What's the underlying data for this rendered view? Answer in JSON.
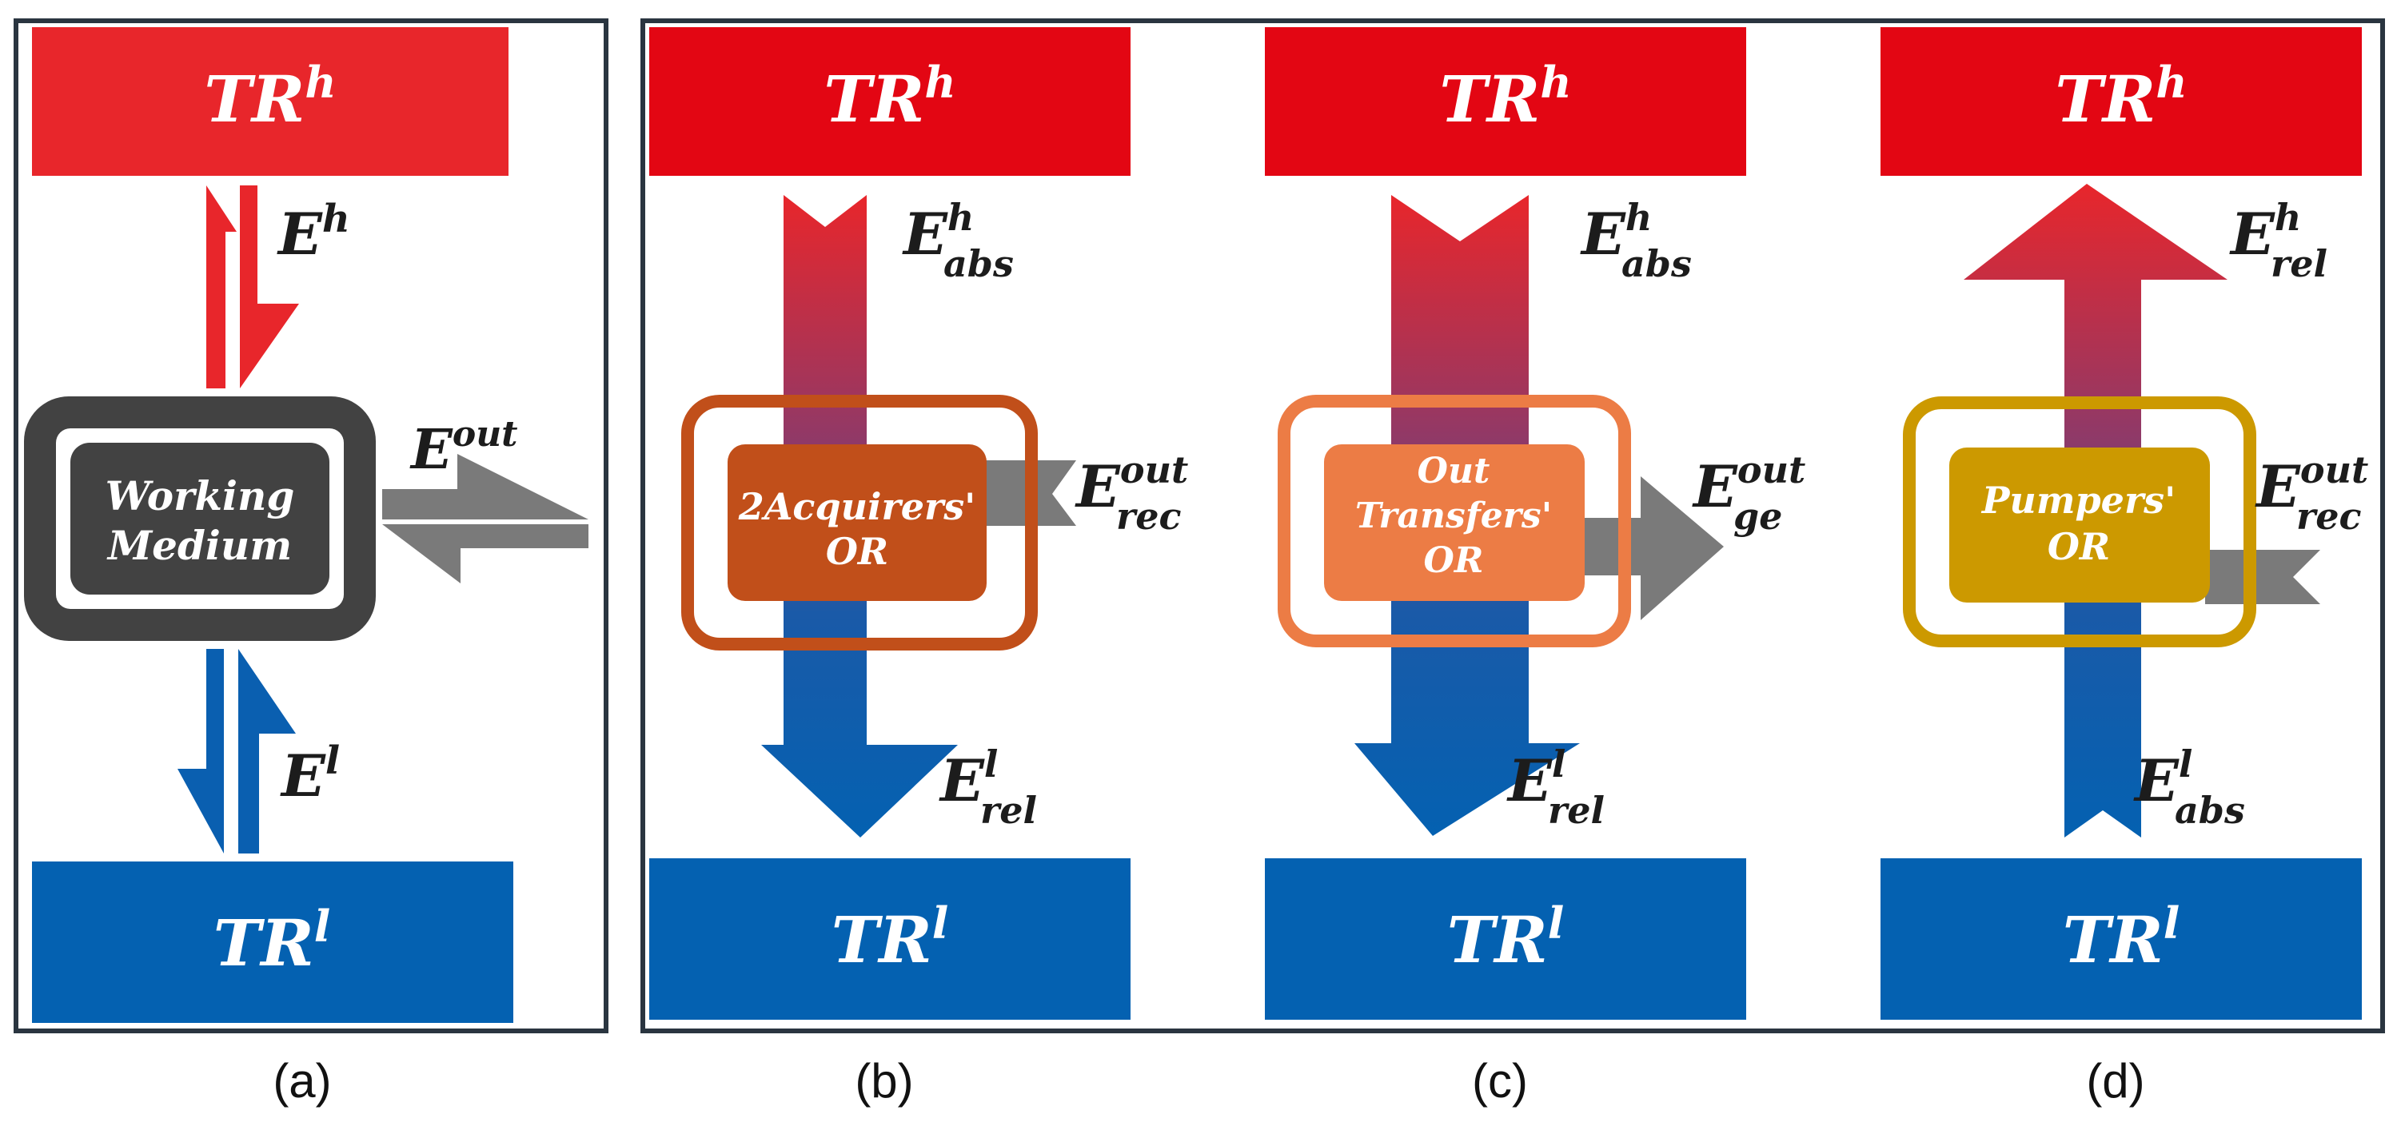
{
  "colors": {
    "hot": "#e30613",
    "cold": "#0461b1",
    "grey_dark": "#4a4a4a",
    "grey_arrow": "#7a7a7a",
    "acquirers": "#c14f1a",
    "transfers": "#ec7c45",
    "pumpers": "#cc9900"
  },
  "panels": [
    {
      "caption": "(a)",
      "hot_reservoir": {
        "base": "TR",
        "sup": "h"
      },
      "cold_reservoir": {
        "base": "TR",
        "sup": "l"
      },
      "medium_label_line1": "Working",
      "medium_label_line2": "Medium",
      "label_hot": {
        "base": "E",
        "sup": "h"
      },
      "label_cold": {
        "base": "E",
        "sup": "l"
      },
      "label_out": {
        "base": "E",
        "sup": "out"
      }
    },
    {
      "caption": "(b)",
      "hot_reservoir": {
        "base": "TR",
        "sup": "h"
      },
      "cold_reservoir": {
        "base": "TR",
        "sup": "l"
      },
      "or_line1": "2Acquirers'",
      "or_line2": "OR",
      "label_hot": {
        "base": "E",
        "sup": "h",
        "sub": "abs"
      },
      "label_cold": {
        "base": "E",
        "sup": "l",
        "sub": "rel"
      },
      "label_out": {
        "base": "E",
        "sup": "out",
        "sub": "rec"
      }
    },
    {
      "caption": "(c)",
      "hot_reservoir": {
        "base": "TR",
        "sup": "h"
      },
      "cold_reservoir": {
        "base": "TR",
        "sup": "l"
      },
      "or_line1": "Out",
      "or_line2": "Transfers'",
      "or_line3": "OR",
      "label_hot": {
        "base": "E",
        "sup": "h",
        "sub": "abs"
      },
      "label_cold": {
        "base": "E",
        "sup": "l",
        "sub": "rel"
      },
      "label_out": {
        "base": "E",
        "sup": "out",
        "sub": "ge"
      }
    },
    {
      "caption": "(d)",
      "hot_reservoir": {
        "base": "TR",
        "sup": "h"
      },
      "cold_reservoir": {
        "base": "TR",
        "sup": "l"
      },
      "or_line1": "Pumpers'",
      "or_line2": "OR",
      "label_hot": {
        "base": "E",
        "sup": "h",
        "sub": "rel"
      },
      "label_cold": {
        "base": "E",
        "sup": "l",
        "sub": "abs"
      },
      "label_out": {
        "base": "E",
        "sup": "out",
        "sub": "rec"
      }
    }
  ]
}
